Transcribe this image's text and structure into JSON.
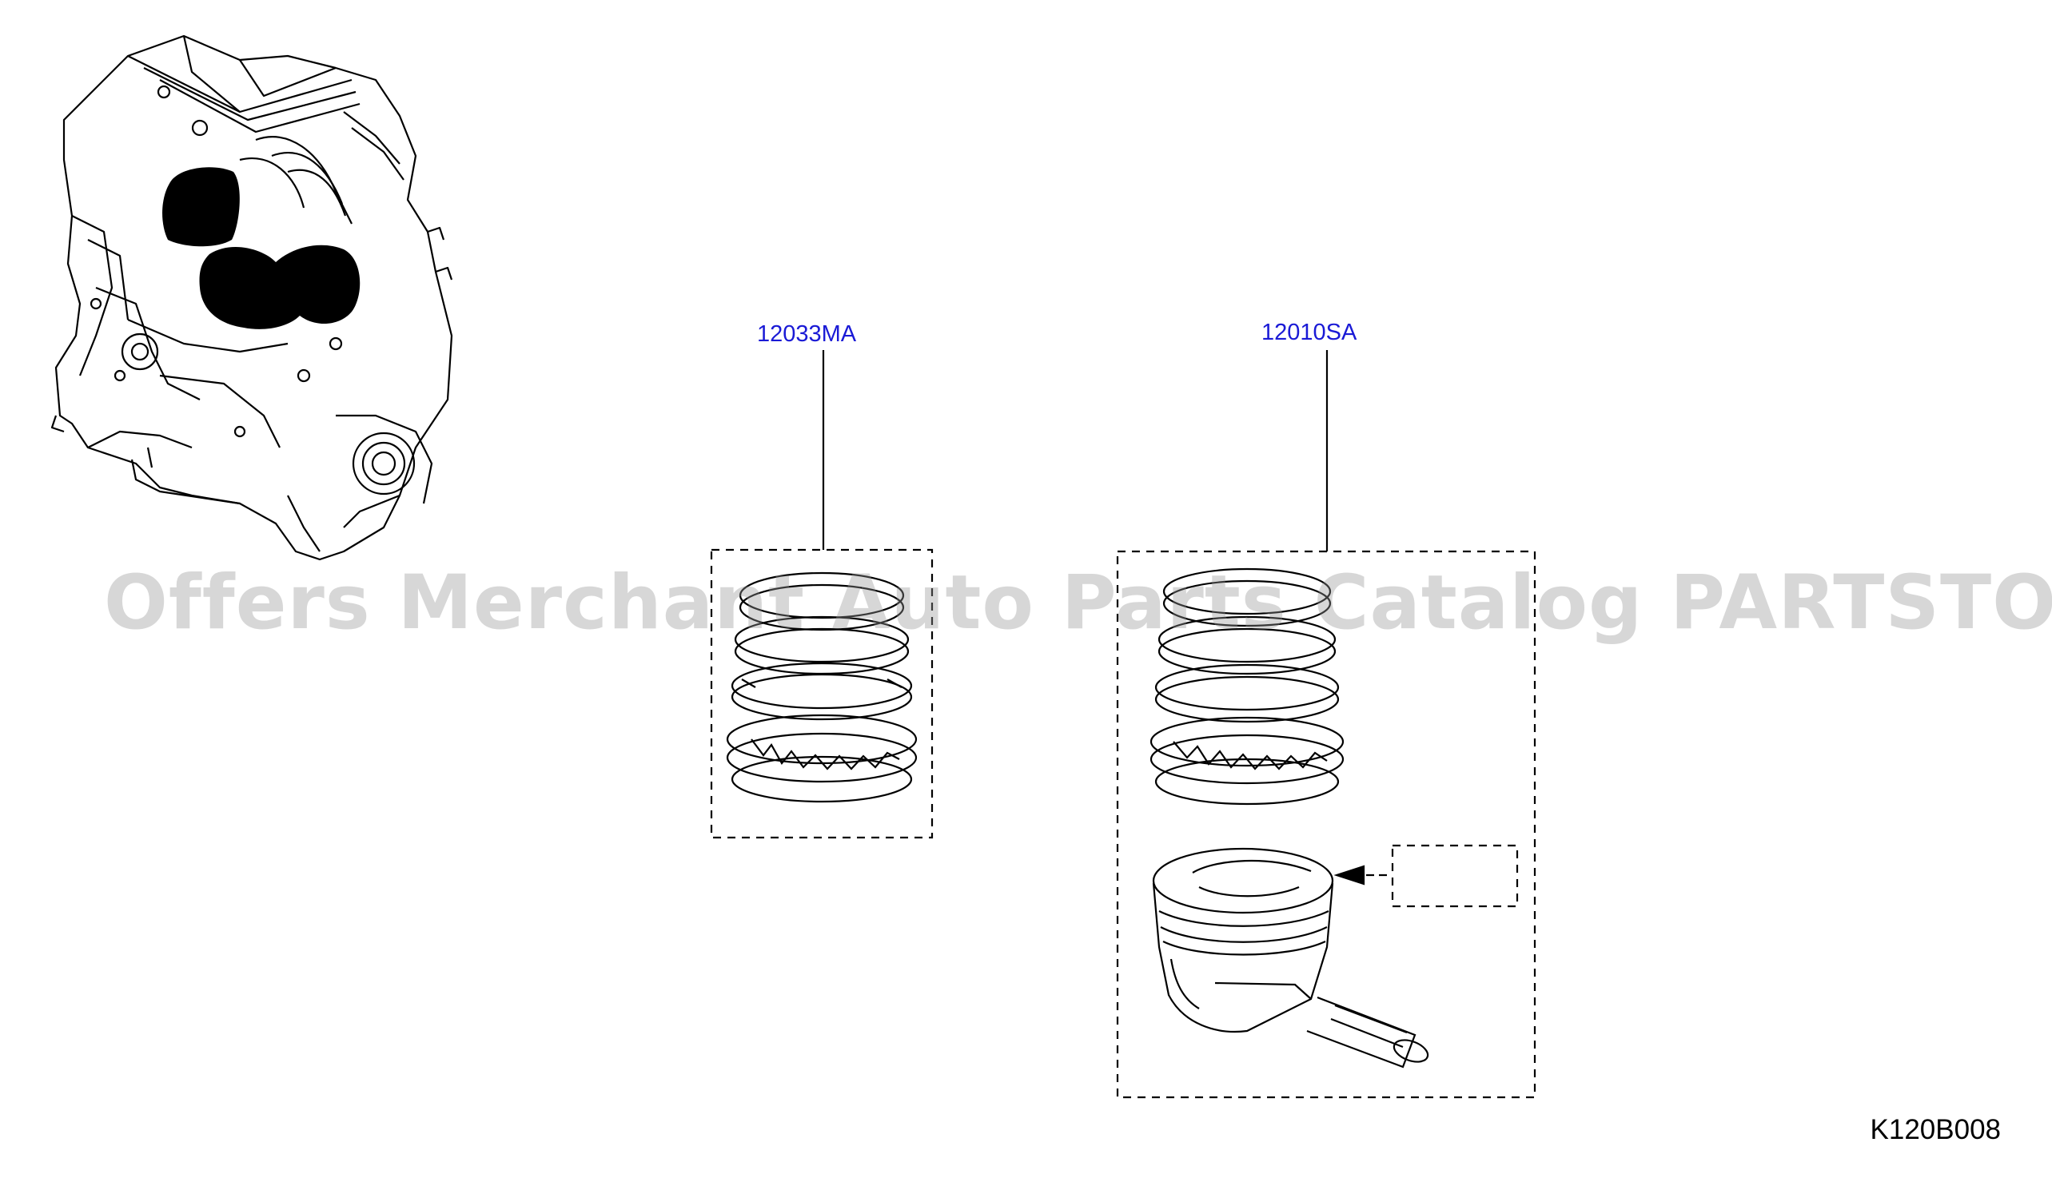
{
  "diagram": {
    "callouts": [
      {
        "part_number": "12033MA"
      },
      {
        "part_number": "12010SA"
      }
    ],
    "figure_code": "K120B008",
    "watermark": "Offers Merchant Auto Parts Catalog PARTSTORE.SA",
    "colors": {
      "callout": "#1a1ad6",
      "line": "#000000",
      "watermark": "#b4b4b4"
    }
  }
}
